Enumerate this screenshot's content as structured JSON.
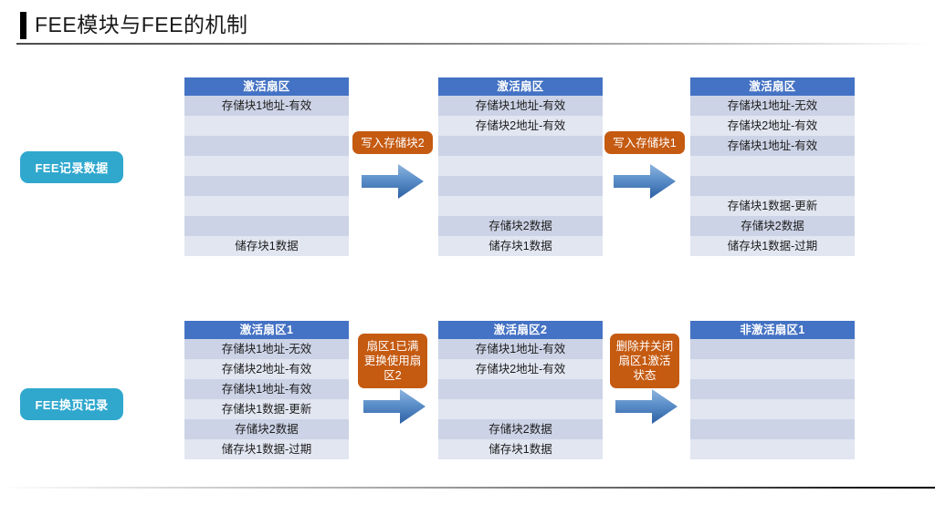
{
  "slide": {
    "title": "FEE模块与FEE的机制",
    "accent_blue": "#4472C4",
    "accent_orange": "#C55A11",
    "accent_teal": "#30A8CE",
    "row_shade_dark": "#CCD3E6",
    "row_shade_light": "#E2E6F1"
  },
  "stage_labels": {
    "record": "FEE记录数据",
    "swap": "FEE换页记录"
  },
  "top_flow": {
    "tables": [
      {
        "header": "激活扇区",
        "rows": [
          "存储块1地址-有效",
          "",
          "",
          "",
          "",
          "",
          "",
          "储存块1数据"
        ]
      },
      {
        "header": "激活扇区",
        "rows": [
          "存储块1地址-有效",
          "存储块2地址-有效",
          "",
          "",
          "",
          "",
          "存储块2数据",
          "储存块1数据"
        ]
      },
      {
        "header": "激活扇区",
        "rows": [
          "存储块1地址-无效",
          "存储块2地址-有效",
          "存储块1地址-有效",
          "",
          "",
          "存储块1数据-更新",
          "存储块2数据",
          "储存块1数据-过期"
        ]
      }
    ],
    "callouts": [
      "写入存储块2",
      "写入存储块1"
    ],
    "arrow_icon": "right-arrow-icon"
  },
  "bottom_flow": {
    "tables": [
      {
        "header": "激活扇区1",
        "rows": [
          "存储块1地址-无效",
          "存储块2地址-有效",
          "存储块1地址-有效",
          "存储块1数据-更新",
          "存储块2数据",
          "储存块1数据-过期"
        ]
      },
      {
        "header": "激活扇区2",
        "rows": [
          "存储块1地址-有效",
          "存储块2地址-有效",
          "",
          "",
          "存储块2数据",
          "储存块1数据"
        ]
      },
      {
        "header": "非激活扇区1",
        "rows": [
          "",
          "",
          "",
          "",
          "",
          ""
        ]
      }
    ],
    "callouts": [
      "扇区1已满更换使用扇区2",
      "删除并关闭扇区1激活状态"
    ],
    "arrow_icon": "right-arrow-icon"
  }
}
